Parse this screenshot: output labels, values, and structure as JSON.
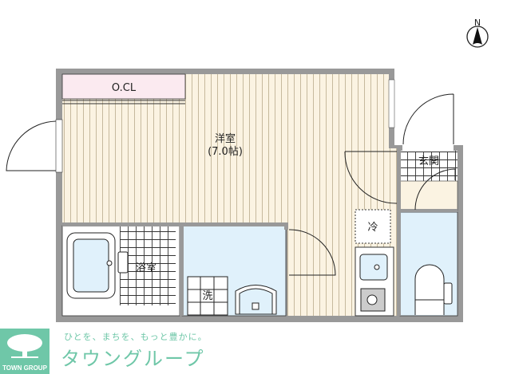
{
  "compass": {
    "label": "N"
  },
  "rooms": {
    "closet": "O.CL",
    "western_room": "洋室",
    "western_room_size": "(7.0帖)",
    "entrance": "玄関",
    "bathroom": "浴室",
    "washer": "洗",
    "fridge": "冷"
  },
  "colors": {
    "wall": "#999999",
    "floor_wood": "#fbf3e2",
    "floor_wet": "#e0f1fb",
    "closet": "#fbeaf0",
    "brand": "#6fc7a8"
  },
  "logo": {
    "company_en": "TOWN GROUP",
    "slogan": "ひとを、まちを、もっと豊かに。",
    "company_jp": "タウングループ"
  }
}
